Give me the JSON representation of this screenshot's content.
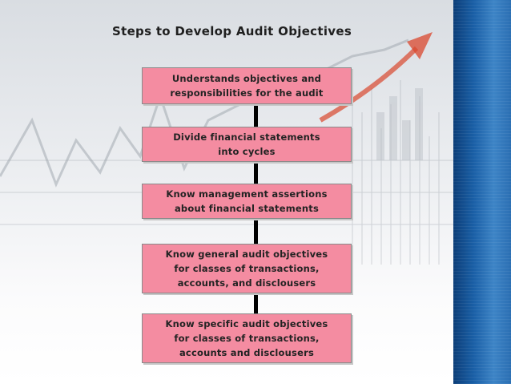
{
  "title": "Steps to Develop Audit Objectives",
  "steps": [
    {
      "text": "Understands objectives and\nresponsibilities for the audit"
    },
    {
      "text": "Divide financial statements\ninto cycles"
    },
    {
      "text": "Know management assertions\nabout financial statements"
    },
    {
      "text": "Know general audit objectives\nfor classes of transactions,\naccounts, and disclousers"
    },
    {
      "text": "Know specific audit objectives\nfor classes of transactions,\naccounts and disclousers"
    }
  ],
  "colors": {
    "box_fill": "#f48ca1",
    "connector": "#000000",
    "side_bar": "#1a5fa6",
    "arrow": "#d9472e"
  }
}
